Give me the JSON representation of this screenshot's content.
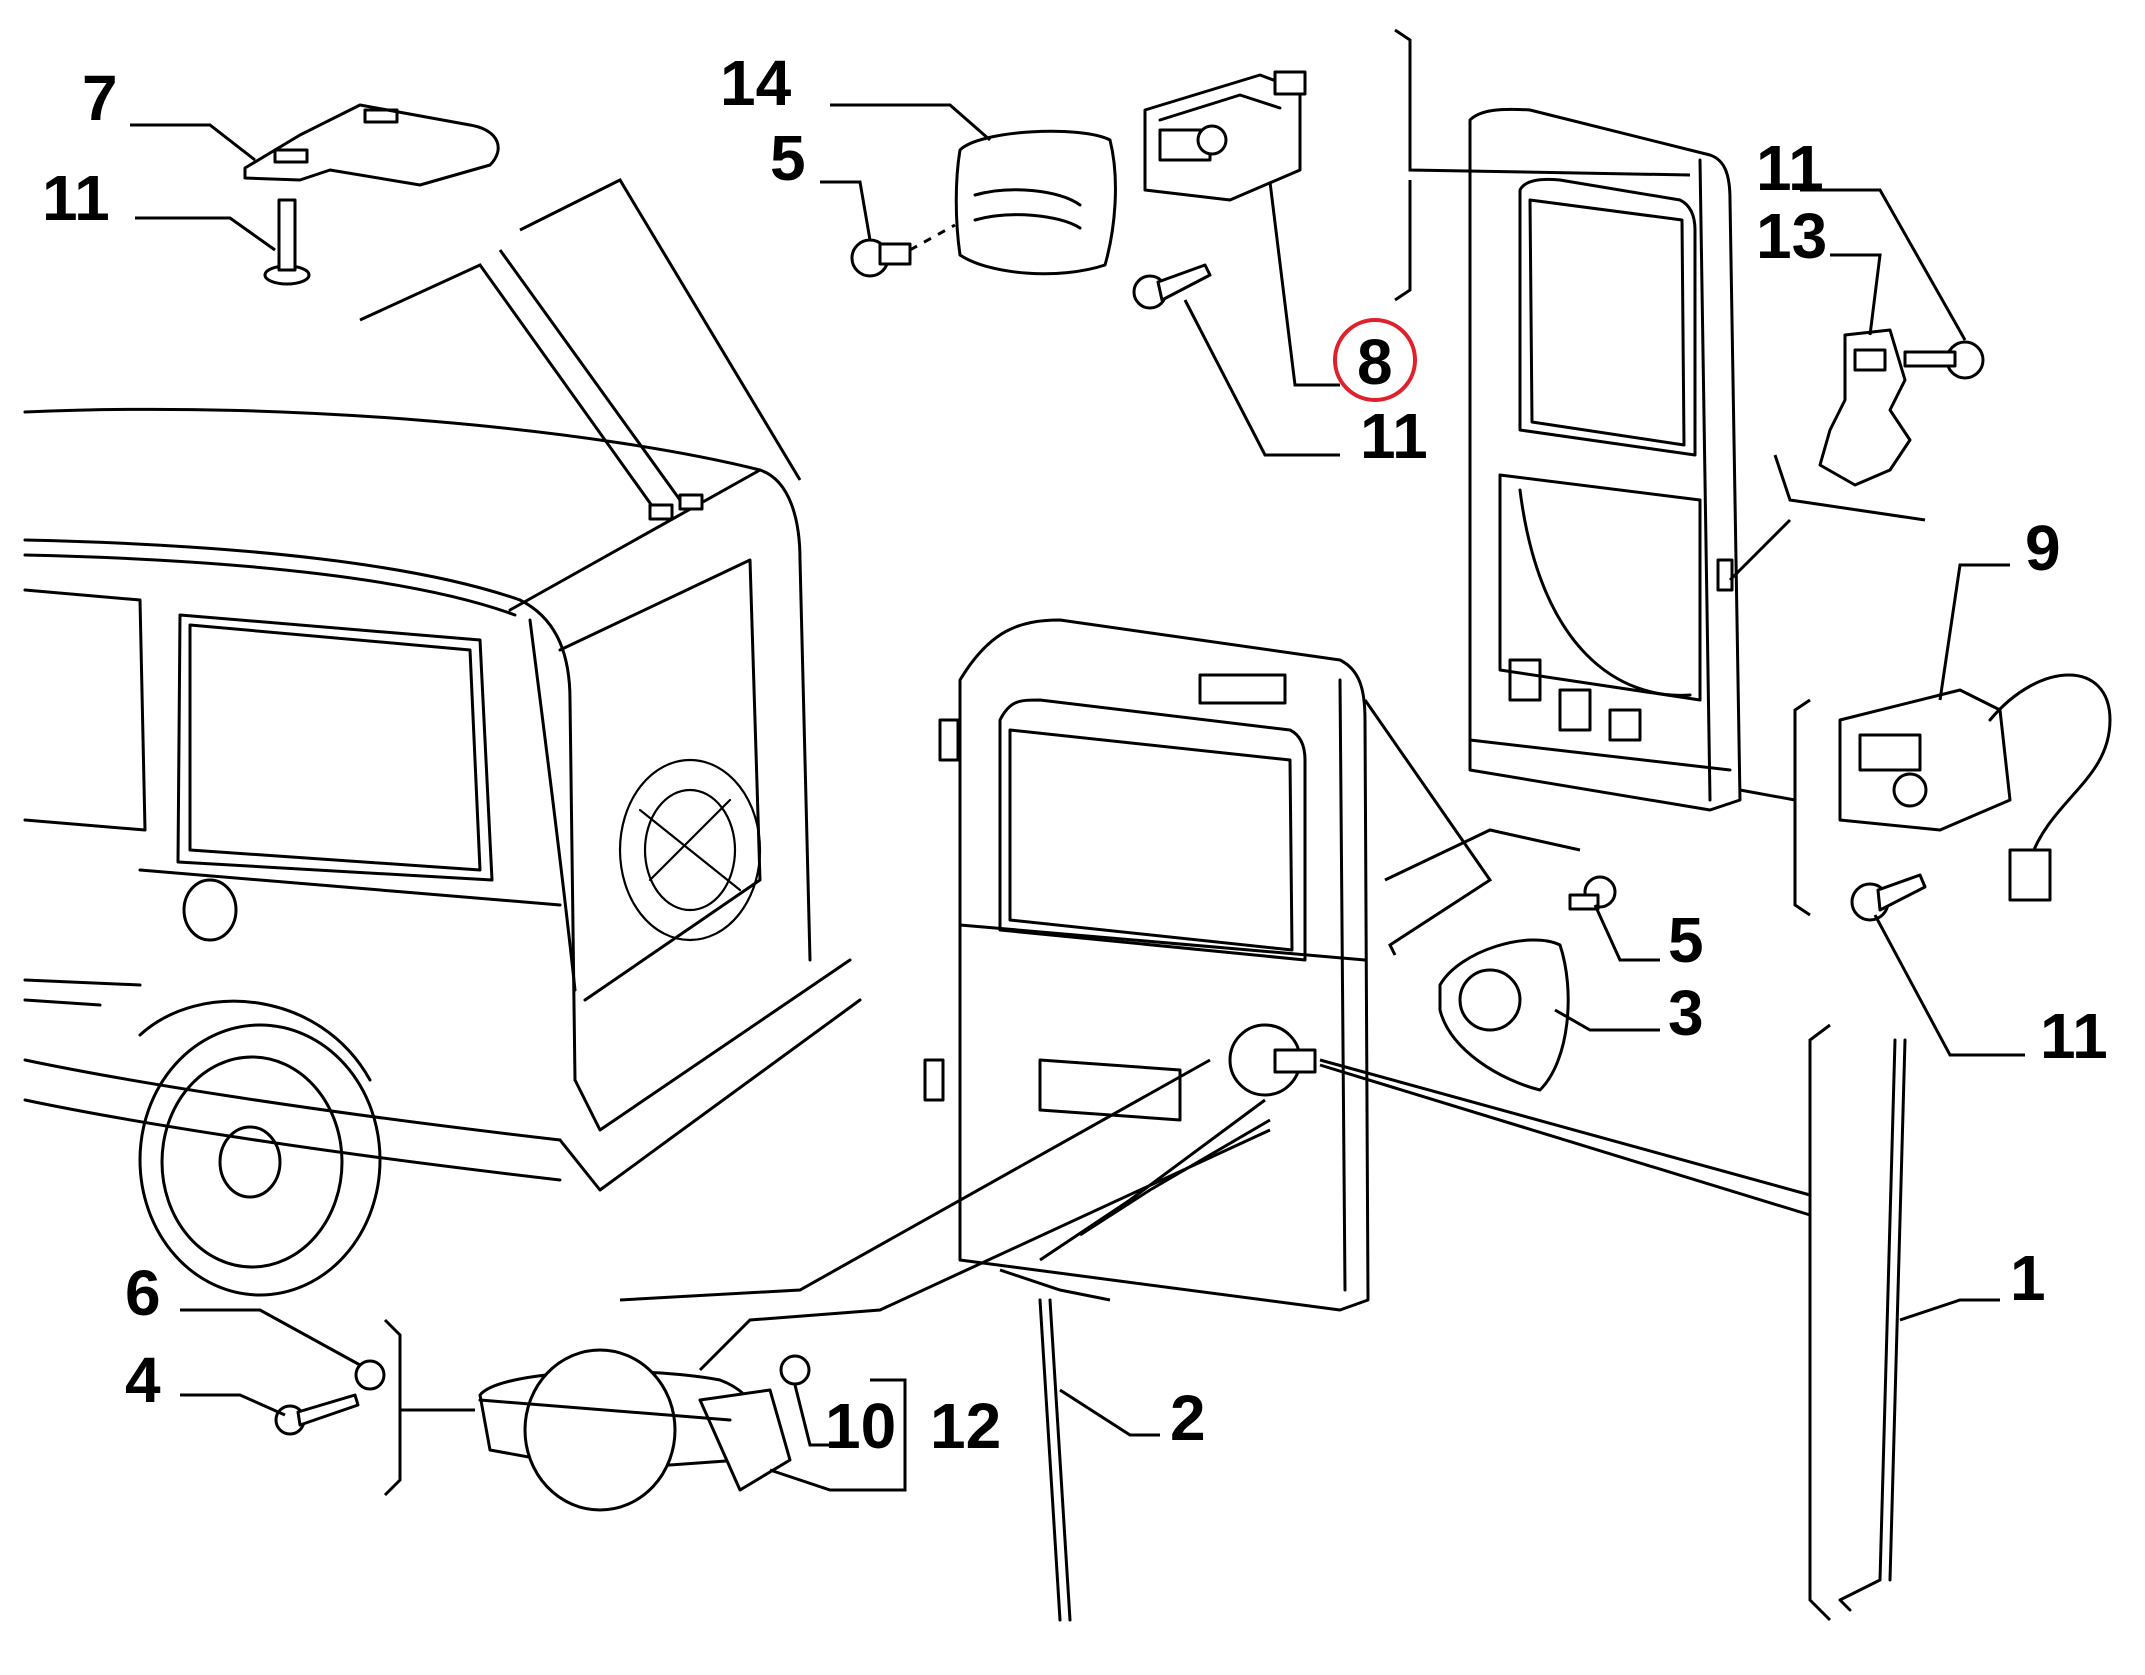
{
  "diagram": {
    "highlight_color": "#e0202a",
    "ink_color": "#000000",
    "callouts": {
      "c7": "7",
      "c11a": "11",
      "c14": "14",
      "c5a": "5",
      "c8": "8",
      "c11b": "11",
      "c11c": "11",
      "c13": "13",
      "c9": "9",
      "c5b": "5",
      "c3": "3",
      "c11d": "11",
      "c1": "1",
      "c2": "2",
      "c6": "6",
      "c4": "4",
      "c10": "10",
      "c12": "12"
    },
    "highlighted_callout": "8",
    "parts": [
      "strike-plate",
      "screw",
      "hinge-cover",
      "clip-screw",
      "lock-actuator",
      "rear-door-right",
      "rear-door-left",
      "hinge-bracket",
      "electric-lock",
      "inner-handle",
      "outer-handle",
      "control-rod-long",
      "control-rod-short",
      "washer",
      "bolt",
      "bush",
      "van-rear"
    ]
  }
}
